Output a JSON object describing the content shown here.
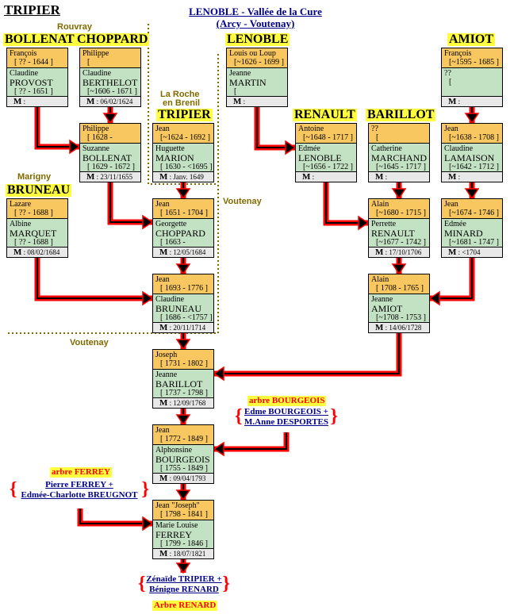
{
  "title": "TRIPIER",
  "header_link": {
    "line1": "LENOBLE - Vallée de la Cure",
    "line2": "(Arcy - Voutenay)"
  },
  "places": {
    "rouvray": "Rouvray",
    "laroche1": "La Roche",
    "laroche2": "en Brenil",
    "marigny": "Marigny",
    "voutenay1": "Voutenay",
    "voutenay2": "Voutenay"
  },
  "families": {
    "bollenat": "BOLLENAT",
    "choppard": "CHOPPARD",
    "tripier": "TRIPIER",
    "lenoble": "LENOBLE",
    "amiot": "AMIOT",
    "renault": "RENAULT",
    "barillot": "BARILLOT",
    "bruneau": "BRUNEAU"
  },
  "couples": [
    {
      "h": "François",
      "hd": "[ ?? - 1644 ]",
      "w": "Claudine",
      "ws": "PROVOST",
      "wd": "[ ?? - 1651 ]",
      "m": ""
    },
    {
      "h": "Philippe",
      "hd": "[",
      "w": "Claudine",
      "ws": "BERTHELOT",
      "wd": "[~1606 - 1671 ]",
      "m": "06/02/1624"
    },
    {
      "h": "Philippe",
      "hd": "[ 1628 -",
      "w": "Suzanne",
      "ws": "BOLLENAT",
      "wd": "[ 1629 - 1672 ]",
      "m": "23/11/1655"
    },
    {
      "h": "Jean",
      "hd": "[~1624 - 1692 ]",
      "w": "Huguette",
      "ws": "MARION",
      "wd": "[ 1630 - <1695 ]",
      "m": "Janv. 1649"
    },
    {
      "h": "Louis ou Loup",
      "hd": "[~1626 - 1699 ]",
      "w": "Jeanne",
      "ws": "MARTIN",
      "wd": "[",
      "m": ""
    },
    {
      "h": "François",
      "hd": "[~1595 - 1685 ]",
      "w": "??",
      "ws": "",
      "wd": "[",
      "m": ""
    },
    {
      "h": "Antoine",
      "hd": "[~1648 - 1717 ]",
      "w": "Edmée",
      "ws": "LENOBLE",
      "wd": "[~1656 - 1722 ]",
      "m": ""
    },
    {
      "h": "??",
      "hd": "[",
      "w": "Catherine",
      "ws": "MARCHAND",
      "wd": "[~1645 - 1717 ]",
      "m": ""
    },
    {
      "h": "Jean",
      "hd": "[~1638 - 1708 ]",
      "w": "Claudine",
      "ws": "LAMAISON",
      "wd": "[~1642 - 1712 ]",
      "m": ""
    },
    {
      "h": "Lazare",
      "hd": "[ ?? - 1688 ]",
      "w": "Albine",
      "ws": "MARQUET",
      "wd": "[ ?? - 1688 ]",
      "m": "08/02/1684"
    },
    {
      "h": "Jean",
      "hd": "[ 1651 - 1704 ]",
      "w": "Georgette",
      "ws": "CHOPPARD",
      "wd": "[ 1663 -",
      "m": "12/05/1684"
    },
    {
      "h": "Alain",
      "hd": "[~1680 - 1715 ]",
      "w": "Perrette",
      "ws": "RENAULT",
      "wd": "[~1677 - 1742 ]",
      "m": "17/10/1706"
    },
    {
      "h": "Jean",
      "hd": "[~1674 - 1746 ]",
      "w": "Edmée",
      "ws": "MINARD",
      "wd": "[~1681 - 1747 ]",
      "m": " <1704"
    },
    {
      "h": "Jean",
      "hd": "[ 1693 - 1776 ]",
      "w": "Claudine",
      "ws": "BRUNEAU",
      "wd": "[ 1686 - <1757 ]",
      "m": "20/11/1714"
    },
    {
      "h": "Alain",
      "hd": "[ 1708 - 1765 ]",
      "w": "Jeanne",
      "ws": "AMIOT",
      "wd": "[~1708 - 1753 ]",
      "m": "14/06/1728"
    },
    {
      "h": "Joseph",
      "hd": "[ 1731 - 1802 ]",
      "w": "Jeanne",
      "ws": "BARILLOT",
      "wd": "[ 1737 - 1798 ]",
      "m": "12/09/1768"
    },
    {
      "h": "Jean",
      "hd": "[ 1772 - 1849 ]",
      "w": "Alphonsine",
      "ws": "BOURGEOIS",
      "wd": "[ 1755 - 1849 ]",
      "m": "09/04/1793"
    },
    {
      "h": "Jean \"Joseph\"",
      "hd": "[ 1798 - 1841 ]",
      "w": "Marie Louise",
      "ws": "FERREY",
      "wd": "[ 1799 - 1846 ]",
      "m": "18/07/1821"
    }
  ],
  "marriage_label": "M",
  "links": {
    "bourgeois": {
      "arbre": "arbre BOURGEOIS",
      "l1": "Edme BOURGEOIS +",
      "l2": "M.Anne DESPORTES"
    },
    "ferrey": {
      "arbre": "arbre FERREY",
      "l1": "Pierre FERREY +",
      "l2": "Edmée-Charlotte BREUGNOT"
    },
    "renard": {
      "arbre": "Arbre RENARD",
      "l1": "Zénaïde TRIPIER +",
      "l2": "Bénigne RENARD"
    }
  },
  "colors": {
    "husband": "#f8c760",
    "wife": "#c3e1c3",
    "marriage": "#e8e8e8",
    "arrow": "#ff0000",
    "family_bg": "#ffff40",
    "place": "#806a00",
    "link": "#00008b"
  }
}
